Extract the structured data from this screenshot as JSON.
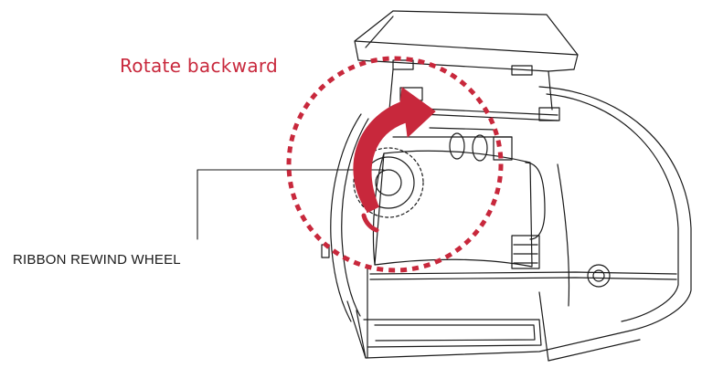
{
  "labels": {
    "rotate_direction": "Rotate backward",
    "part_name": "RIBBON REWIND WHEEL"
  },
  "colors": {
    "accent": "#c8283c",
    "line": "#1a1a1a",
    "text": "#1a1a1a",
    "background": "#ffffff"
  },
  "icons": {
    "rotation_arrow": "curved-arrow-icon",
    "highlight_circle": "dashed-circle"
  }
}
